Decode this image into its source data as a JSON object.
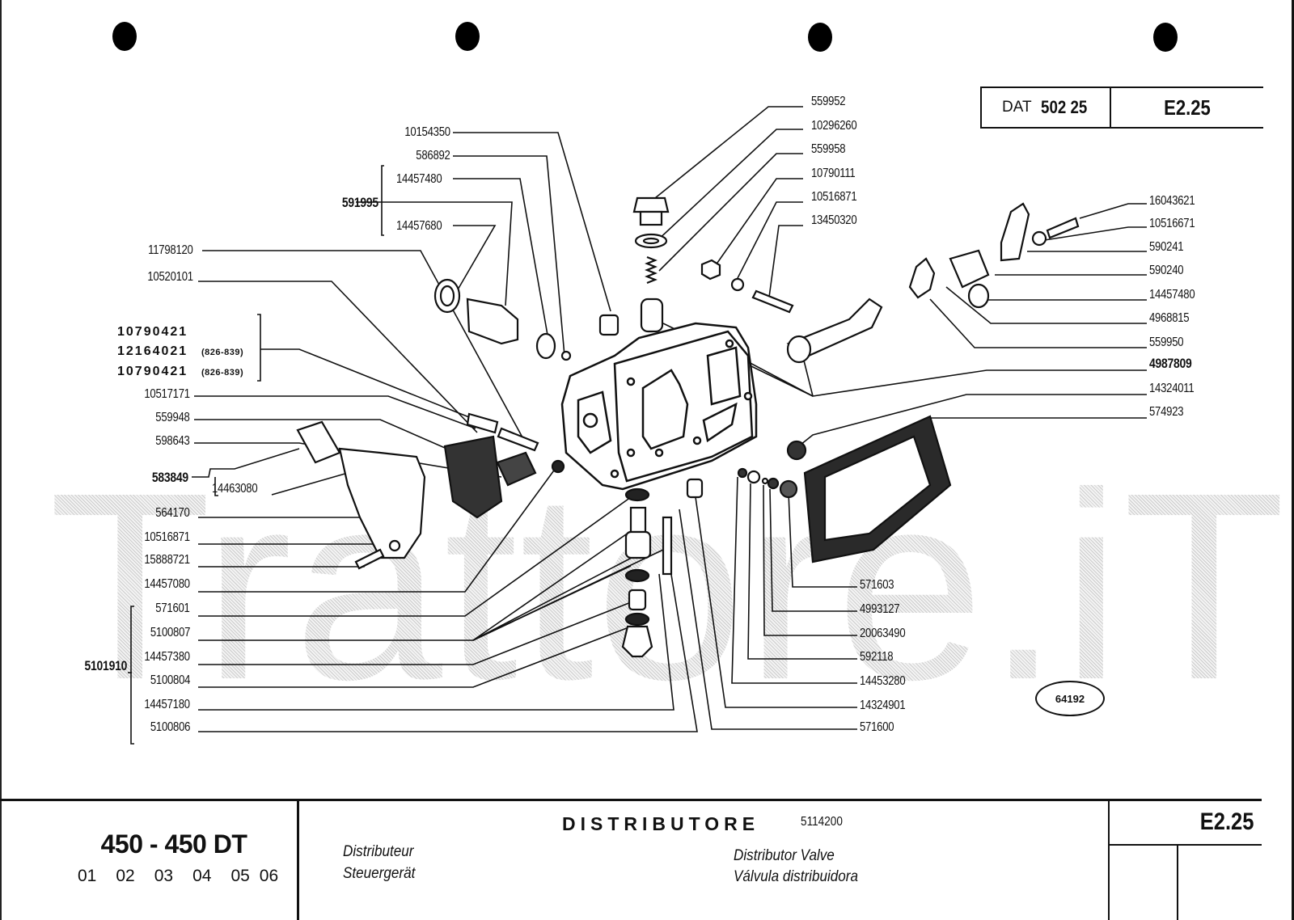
{
  "header": {
    "dat_prefix": "DAT",
    "dat_number": "502 25",
    "page_code": "E2.25"
  },
  "watermark": "Trattore.iT",
  "figure_ref": "64192",
  "labels_left": [
    {
      "id": "10154350",
      "text": "10154350"
    },
    {
      "id": "586892",
      "text": "586892"
    },
    {
      "id": "14457480a",
      "text": "14457480"
    },
    {
      "id": "591995",
      "text": "591995",
      "group": true
    },
    {
      "id": "14457680",
      "text": "14457680"
    },
    {
      "id": "11798120",
      "text": "11798120"
    },
    {
      "id": "10520101",
      "text": "10520101"
    },
    {
      "id": "10790421a",
      "text": "10790421"
    },
    {
      "id": "12164021",
      "text": "12164021",
      "note": "(826-839)"
    },
    {
      "id": "10790421b",
      "text": "10790421",
      "note": "(826-839)"
    },
    {
      "id": "10517171",
      "text": "10517171"
    },
    {
      "id": "559948",
      "text": "559948"
    },
    {
      "id": "598643",
      "text": "598643"
    },
    {
      "id": "583849",
      "text": "583849",
      "group": true
    },
    {
      "id": "14463080",
      "text": "14463080"
    },
    {
      "id": "564170",
      "text": "564170"
    },
    {
      "id": "10516871a",
      "text": "10516871"
    },
    {
      "id": "15888721",
      "text": "15888721"
    },
    {
      "id": "14457080",
      "text": "14457080"
    },
    {
      "id": "571601",
      "text": "571601"
    },
    {
      "id": "5100807",
      "text": "5100807"
    },
    {
      "id": "5101910",
      "text": "5101910",
      "group": true
    },
    {
      "id": "14457380",
      "text": "14457380"
    },
    {
      "id": "5100804",
      "text": "5100804"
    },
    {
      "id": "14457180",
      "text": "14457180"
    },
    {
      "id": "5100806",
      "text": "5100806"
    }
  ],
  "labels_top": [
    {
      "id": "559952",
      "text": "559952"
    },
    {
      "id": "10296260",
      "text": "10296260"
    },
    {
      "id": "559958",
      "text": "559958"
    },
    {
      "id": "10790111",
      "text": "10790111"
    },
    {
      "id": "10516871b",
      "text": "10516871"
    },
    {
      "id": "13450320",
      "text": "13450320"
    }
  ],
  "labels_right": [
    {
      "id": "16043621",
      "text": "16043621"
    },
    {
      "id": "10516671",
      "text": "10516671"
    },
    {
      "id": "590241",
      "text": "590241"
    },
    {
      "id": "590240",
      "text": "590240"
    },
    {
      "id": "14457480b",
      "text": "14457480"
    },
    {
      "id": "4968815",
      "text": "4968815"
    },
    {
      "id": "559950",
      "text": "559950"
    },
    {
      "id": "4987809",
      "text": "4987809"
    },
    {
      "id": "14324011",
      "text": "14324011"
    },
    {
      "id": "574923",
      "text": "574923"
    }
  ],
  "labels_bottom_right": [
    {
      "id": "571603",
      "text": "571603"
    },
    {
      "id": "4993127",
      "text": "4993127"
    },
    {
      "id": "20063490",
      "text": "20063490"
    },
    {
      "id": "592118",
      "text": "592118"
    },
    {
      "id": "14453280",
      "text": "14453280"
    },
    {
      "id": "14324901",
      "text": "14324901"
    },
    {
      "id": "571600",
      "text": "571600"
    }
  ],
  "footer": {
    "model": "450 - 450 DT",
    "variants": [
      "01",
      "02",
      "03",
      "04",
      "05",
      "06"
    ],
    "title_it": "DISTRIBUTORE",
    "title_code": "5114200",
    "title_fr": "Distributeur",
    "title_de": "Steuergerät",
    "title_en": "Distributor Valve",
    "title_es": "Válvula distribuidora",
    "page_code": "E2.25"
  }
}
